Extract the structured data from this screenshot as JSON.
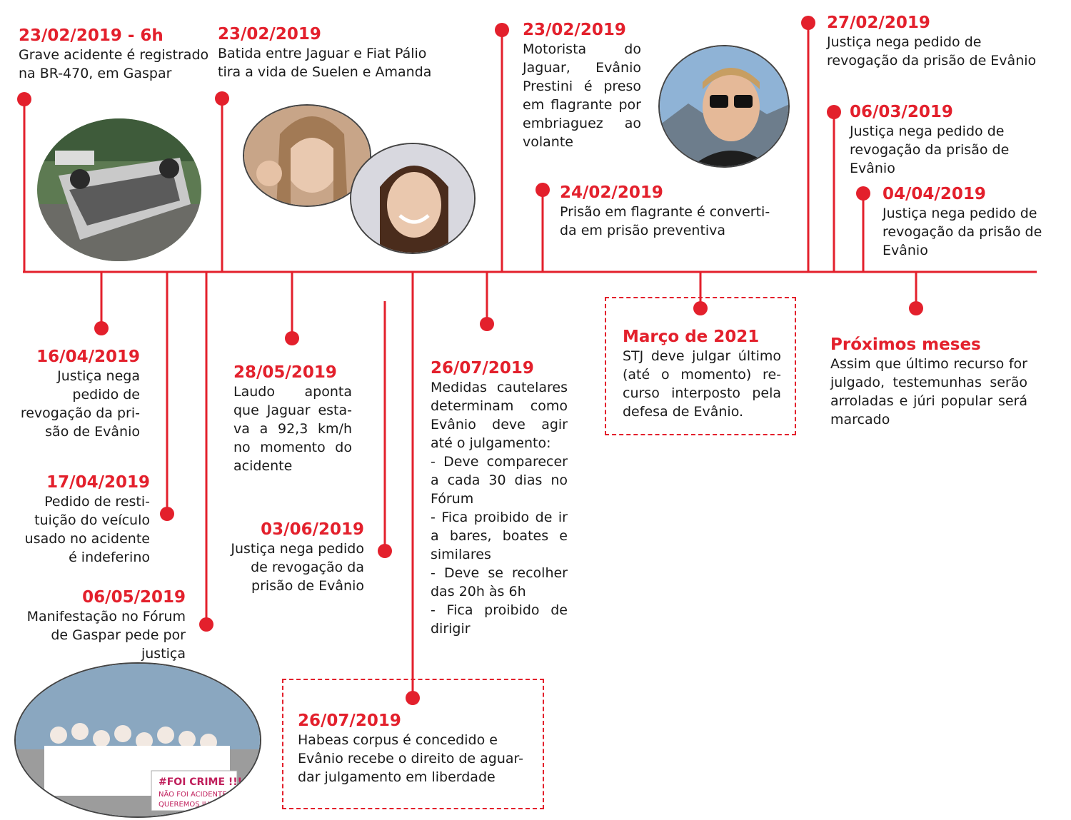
{
  "colors": {
    "accent": "#e3202c",
    "text": "#1a1a1a"
  },
  "events_top": [
    {
      "date": "23/02/2019 - 6h",
      "text": "Grave acidente é registrado\nna BR-470, em Gaspar"
    },
    {
      "date": "23/02/2019",
      "text": "Batida entre Jaguar e Fiat Pálio\ntira a vida de Suelen e Amanda"
    },
    {
      "date": "23/02/2019",
      "text": "Motorista do Jaguar, Evânio Prestini é preso em flagrante por embriaguez ao volante"
    },
    {
      "date": "24/02/2019",
      "text": "Prisão em flagrante é converti-\nda em prisão preventiva"
    },
    {
      "date": "27/02/2019",
      "text": "Justiça nega pedido de\nrevogação da prisão de Evânio"
    },
    {
      "date": "06/03/2019",
      "text": "Justiça nega pedido de\nrevogação da prisão de Evânio"
    },
    {
      "date": "04/04/2019",
      "text": "Justiça nega pedido de revogação da prisão de Evânio"
    }
  ],
  "events_bottom": [
    {
      "date": "16/04/2019",
      "text": "Justiça nega\npedido de\nrevogação da pri-\nsão de Evânio"
    },
    {
      "date": "17/04/2019",
      "text": "Pedido de resti-\ntuição do veículo\nusado no acidente\né indeferino"
    },
    {
      "date": "06/05/2019",
      "text": "Manifestação no Fórum\nde Gaspar pede por justiça"
    },
    {
      "date": "28/05/2019",
      "text": "Laudo aponta que Jaguar esta- va a 92,3 km/h no momento do acidente"
    },
    {
      "date": "03/06/2019",
      "text": "Justiça nega pedido\nde revogação da\nprisão de Evânio"
    },
    {
      "date": "26/07/2019",
      "text": "Medidas cautelares determinam como Evânio deve agir até o julgamento:\n- Deve comparecer a cada 30 dias no Fórum\n- Fica proibido de ir a bares, boates e similares\n- Deve se recolher das 20h às 6h\n- Fica proibido de dirigir"
    },
    {
      "date": "26/07/2019",
      "text": "Habeas corpus é concedido e\nEvânio recebe o direito de aguar-\ndar julgamento em liberdade"
    },
    {
      "date": "Março de 2021",
      "text": "STJ deve julgar último (até o momento) re- curso interposto pela defesa de Evânio."
    },
    {
      "date": "Próximos meses",
      "text": "Assim que último recurso for julgado, testemunhas serão arroladas e júri popular será marcado"
    }
  ],
  "photos": {
    "crash_sign": "#FOI CRIME !!!",
    "crash_sign2": "NÃO FOI ACIDENTE",
    "crash_sign3": "QUEREMOS JUSTIÇA"
  }
}
